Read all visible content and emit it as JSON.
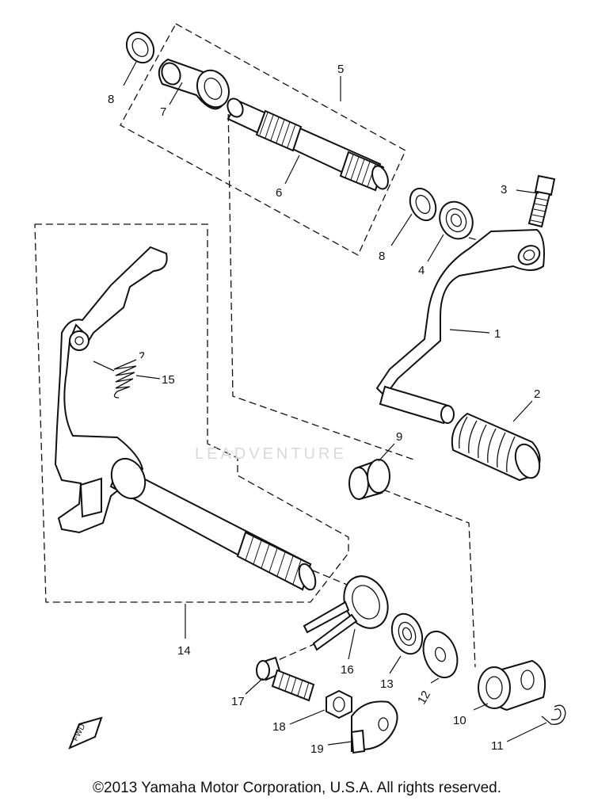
{
  "diagram": {
    "part_labels": {
      "p1": "1",
      "p2": "2",
      "p3": "3",
      "p4": "4",
      "p5": "5",
      "p6": "6",
      "p7": "7",
      "p8a": "8",
      "p8b": "8",
      "p9": "9",
      "p10": "10",
      "p11": "11",
      "p12": "12",
      "p13": "13",
      "p14": "14",
      "p15": "15",
      "p16": "16",
      "p17": "17",
      "p18": "18",
      "p19": "19"
    },
    "direction_label": "FWD"
  },
  "watermark": "LEADVENTURE",
  "footer": {
    "copyright": "©2013 Yamaha Motor Corporation, U.S.A. All rights reserved."
  }
}
